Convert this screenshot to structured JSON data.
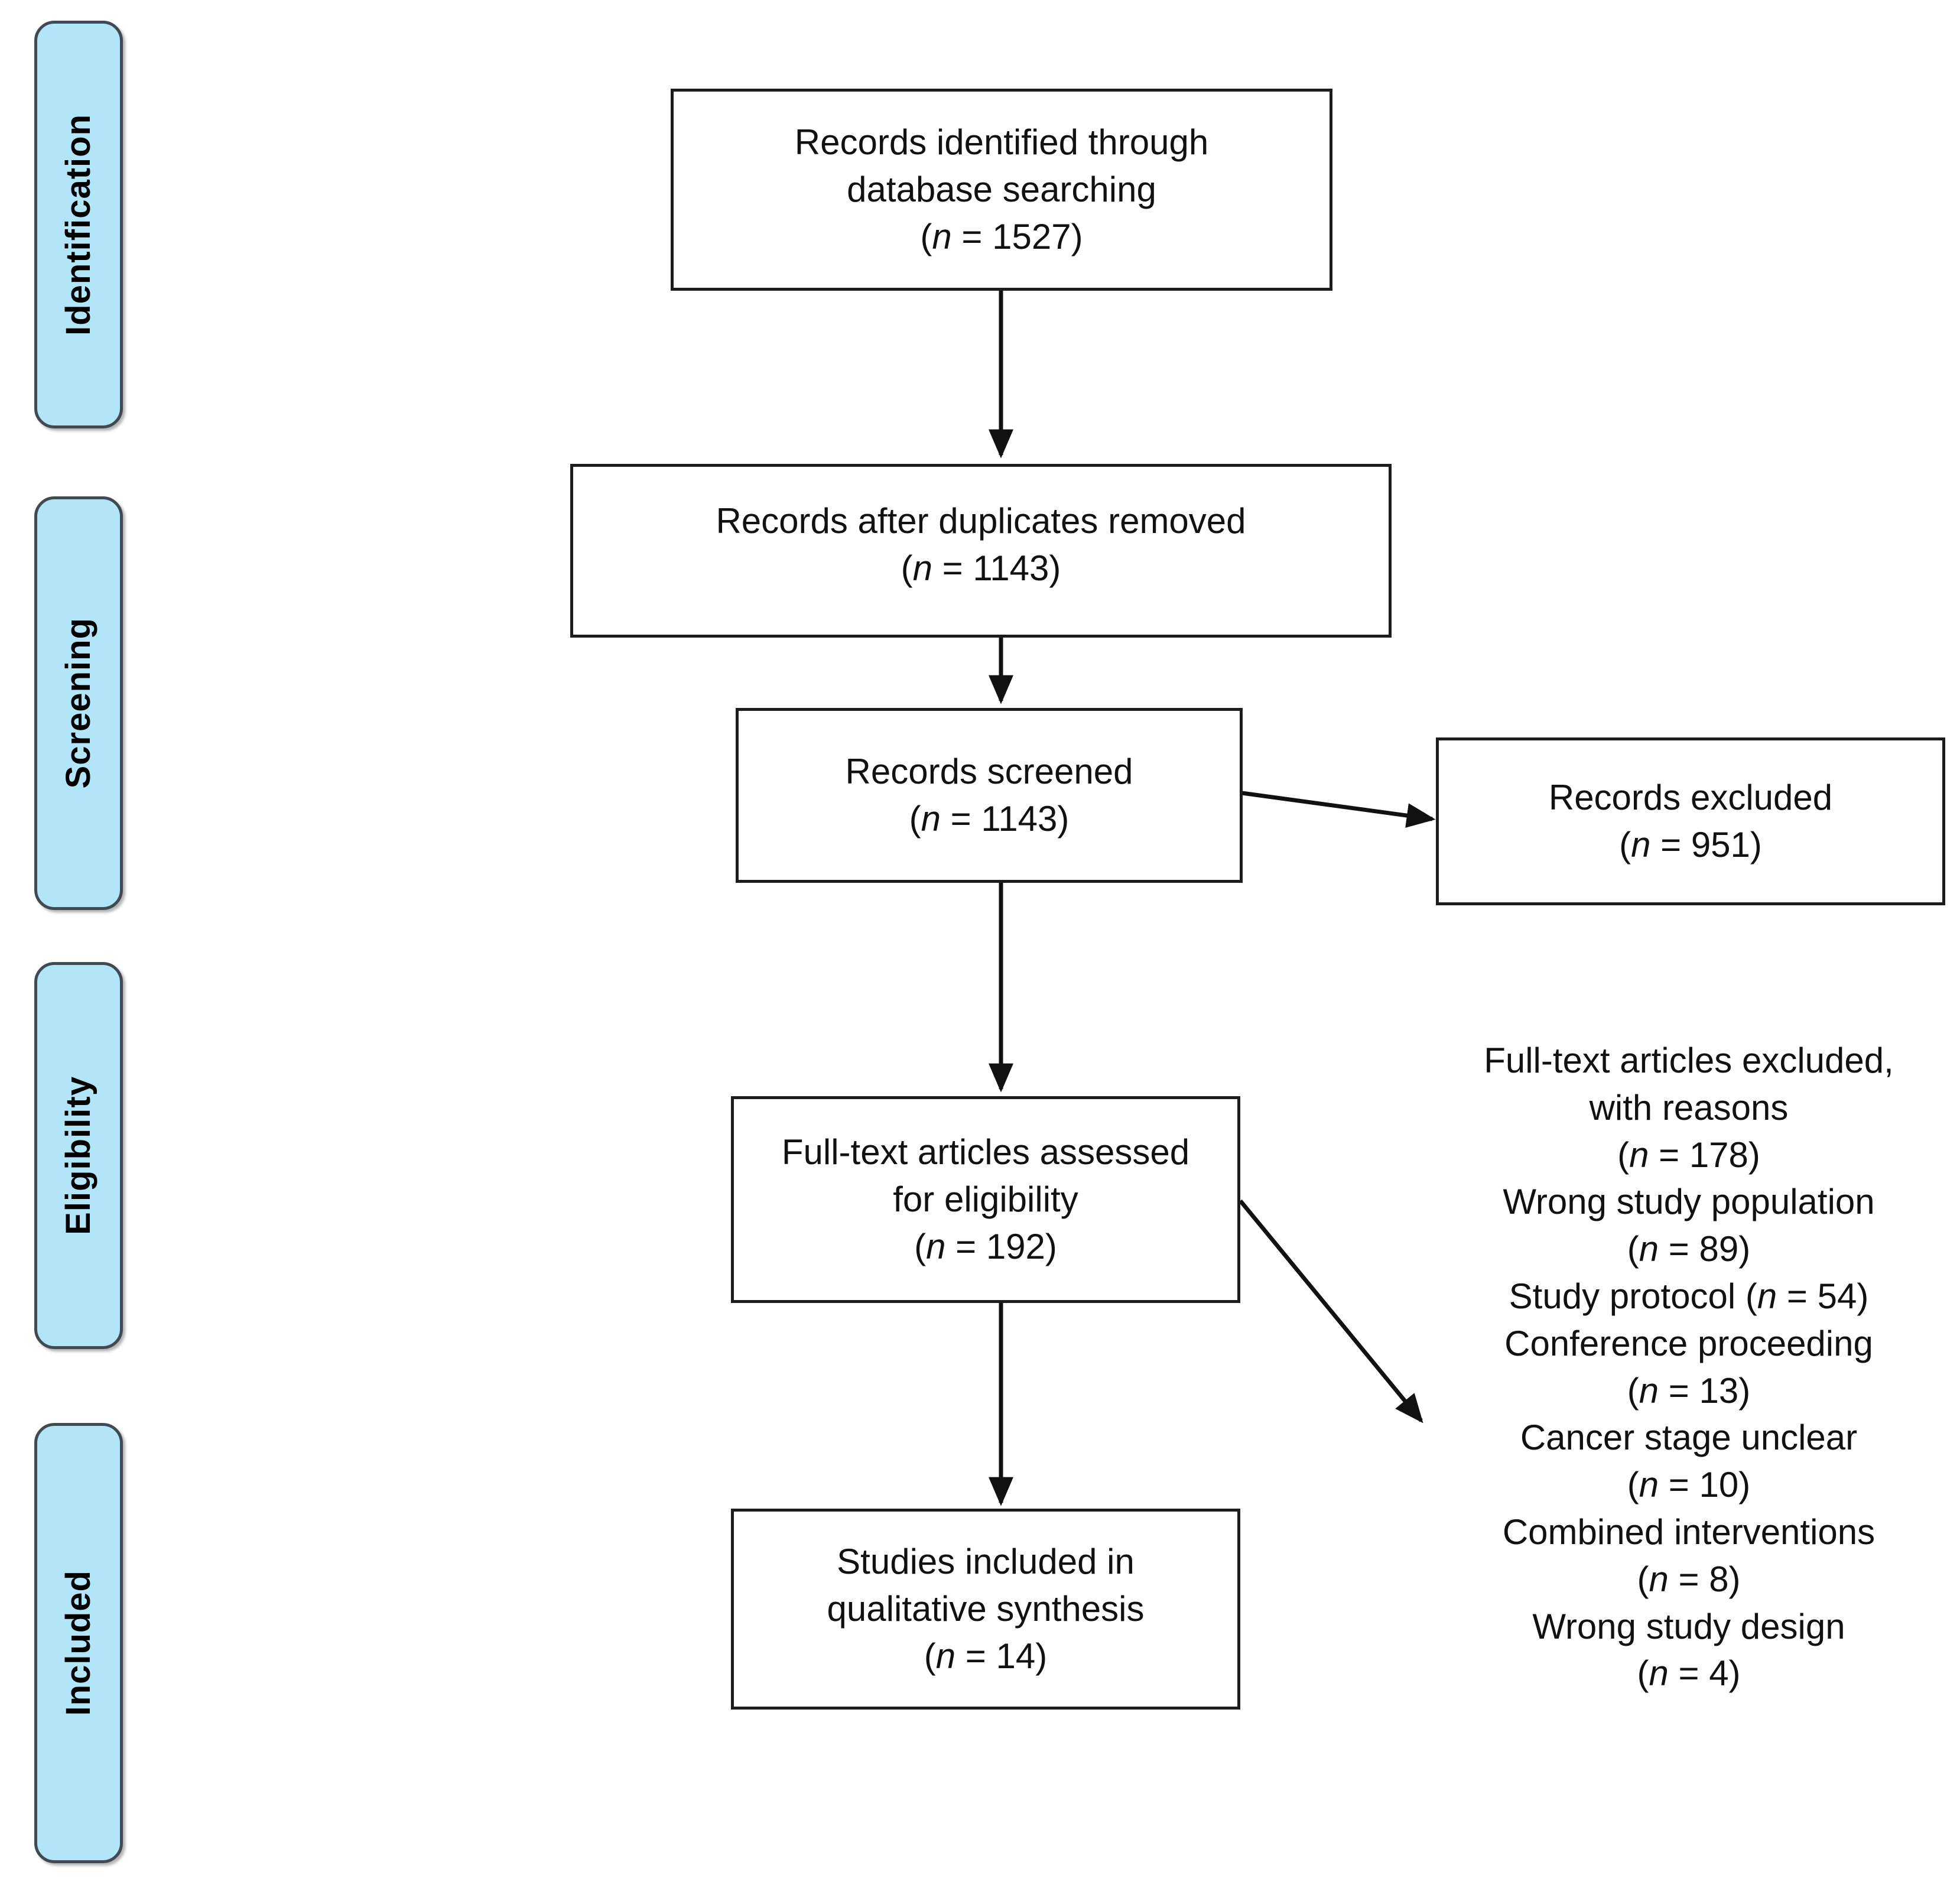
{
  "figure": {
    "type": "prisma-flow-diagram",
    "accent_color": "#b3e5f8",
    "box_border_color": "#1c1c1c",
    "tab_border_color": "#3f4a52"
  },
  "stages": [
    {
      "label": "Identification"
    },
    {
      "label": "Screening"
    },
    {
      "label": "Eligibility"
    },
    {
      "label": "Included"
    }
  ],
  "boxes": {
    "identified": {
      "line1": "Records identified through",
      "line2": "database searching",
      "count_open": "(",
      "count_n": "n",
      "count_eq": " = 1527)"
    },
    "after_duplicates": {
      "line1": "Records after duplicates removed",
      "count_open": "(",
      "count_n": "n",
      "count_eq": " = 1143)"
    },
    "screened": {
      "line1": "Records screened",
      "count_open": "(",
      "count_n": "n",
      "count_eq": " = 1143)"
    },
    "excluded": {
      "line1": "Records excluded",
      "count_open": "(",
      "count_n": "n",
      "count_eq": " = 951)"
    },
    "fulltext_assessed": {
      "line1": "Full-text articles assessed",
      "line2": "for eligibility",
      "count_open": "(",
      "count_n": "n",
      "count_eq": " = 192)"
    },
    "included": {
      "line1": "Studies included in",
      "line2": "qualitative synthesis",
      "count_open": "(",
      "count_n": "n",
      "count_eq": " = 14)"
    }
  },
  "reasons": {
    "heading1": "Full-text articles excluded,",
    "heading2": "with reasons",
    "heading_count_open": "(",
    "heading_count_n": "n",
    "heading_count_eq": " = 178)",
    "items": [
      {
        "label": "Wrong study population",
        "open": "(",
        "n": "n",
        "eq": " = 89)",
        "inline": false
      },
      {
        "label": "Study protocol ",
        "open": "(",
        "n": "n",
        "eq": " = 54)",
        "inline": true
      },
      {
        "label": "Conference proceeding",
        "open": "(",
        "n": "n",
        "eq": " = 13)",
        "inline": false
      },
      {
        "label": "Cancer stage unclear",
        "open": "(",
        "n": "n",
        "eq": " = 10)",
        "inline": false
      },
      {
        "label": "Combined interventions",
        "open": "(",
        "n": "n",
        "eq": " = 8)",
        "inline": false
      },
      {
        "label": "Wrong study design",
        "open": "(",
        "n": "n",
        "eq": " = 4)",
        "inline": false
      }
    ]
  },
  "chart_data": {
    "type": "diagram",
    "title": "PRISMA flow diagram",
    "nodes": [
      {
        "id": "identified",
        "stage": "Identification",
        "label": "Records identified through database searching",
        "n": 1527
      },
      {
        "id": "after_duplicates",
        "stage": "Screening",
        "label": "Records after duplicates removed",
        "n": 1143
      },
      {
        "id": "screened",
        "stage": "Screening",
        "label": "Records screened",
        "n": 1143
      },
      {
        "id": "excluded",
        "stage": "Screening",
        "label": "Records excluded",
        "n": 951
      },
      {
        "id": "fulltext_assessed",
        "stage": "Eligibility",
        "label": "Full-text articles assessed for eligibility",
        "n": 192
      },
      {
        "id": "fulltext_excluded",
        "stage": "Eligibility",
        "label": "Full-text articles excluded, with reasons",
        "n": 178
      },
      {
        "id": "included",
        "stage": "Included",
        "label": "Studies included in qualitative synthesis",
        "n": 14
      }
    ],
    "edges": [
      {
        "from": "identified",
        "to": "after_duplicates"
      },
      {
        "from": "after_duplicates",
        "to": "screened"
      },
      {
        "from": "screened",
        "to": "excluded"
      },
      {
        "from": "screened",
        "to": "fulltext_assessed"
      },
      {
        "from": "fulltext_assessed",
        "to": "fulltext_excluded"
      },
      {
        "from": "fulltext_assessed",
        "to": "included"
      }
    ],
    "exclusion_reasons": [
      {
        "reason": "Wrong study population",
        "n": 89
      },
      {
        "reason": "Study protocol",
        "n": 54
      },
      {
        "reason": "Conference proceeding",
        "n": 13
      },
      {
        "reason": "Cancer stage unclear",
        "n": 10
      },
      {
        "reason": "Combined interventions",
        "n": 8
      },
      {
        "reason": "Wrong study design",
        "n": 4
      }
    ]
  }
}
